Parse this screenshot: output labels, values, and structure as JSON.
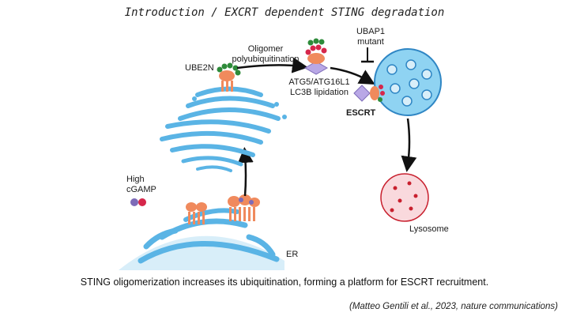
{
  "title": "Introduction / EXCRT dependent STING degradation",
  "labels": {
    "oligomer": "Oligomer polyubiquitination",
    "ube2n": "UBE2N",
    "ubap1": "UBAP1 mutant",
    "atg": "ATG5/ATG16L1 LC3B lipidation",
    "escrt": "ESCRT",
    "high_cgamp": "High cGAMP",
    "lysosome": "Lysosome",
    "er": "ER"
  },
  "caption": "STING oligomerization increases its ubiquitination, forming a platform for ESCRT recruitment.",
  "citation": "(Matteo Gentili et al., 2023, nature communications)",
  "colors": {
    "membrane": "#5ab4e5",
    "membrane_dark": "#2f86c4",
    "sting": "#f08a5d",
    "ubiquitin_green": "#2e8b3a",
    "ubiquitin_red": "#d6274b",
    "lysosome_fill": "#f9d9dd",
    "lysosome_dot": "#c8202e",
    "escrt_purple": "#7d6bb8"
  },
  "icons": [
    "sting-dimer-icon",
    "ubiquitin-chain-icon",
    "cgamp-icon",
    "escrt-complex-icon",
    "inhibition-icon"
  ]
}
